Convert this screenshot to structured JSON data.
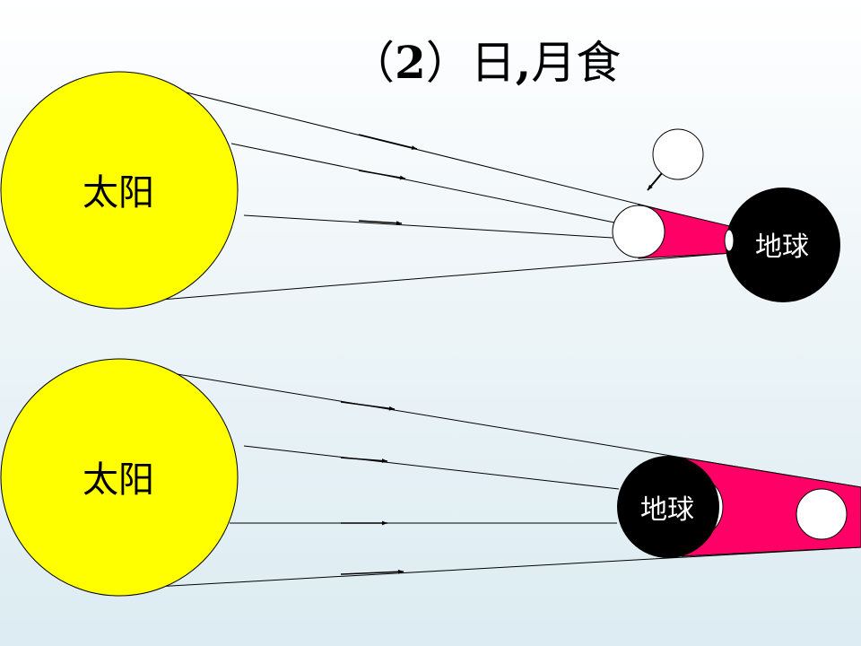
{
  "title": {
    "open": "（",
    "number": "2",
    "close": "）日",
    "comma": ",",
    "rest": "月食"
  },
  "solar_eclipse": {
    "sun_label": "太阳",
    "earth_label": "地球"
  },
  "lunar_eclipse": {
    "sun_label": "太阳",
    "earth_label": "地球"
  },
  "colors": {
    "sun": "#ffff00",
    "earth": "#000000",
    "moon": "#ffffff",
    "shadow": "#ff0066",
    "ray": "#000000"
  }
}
